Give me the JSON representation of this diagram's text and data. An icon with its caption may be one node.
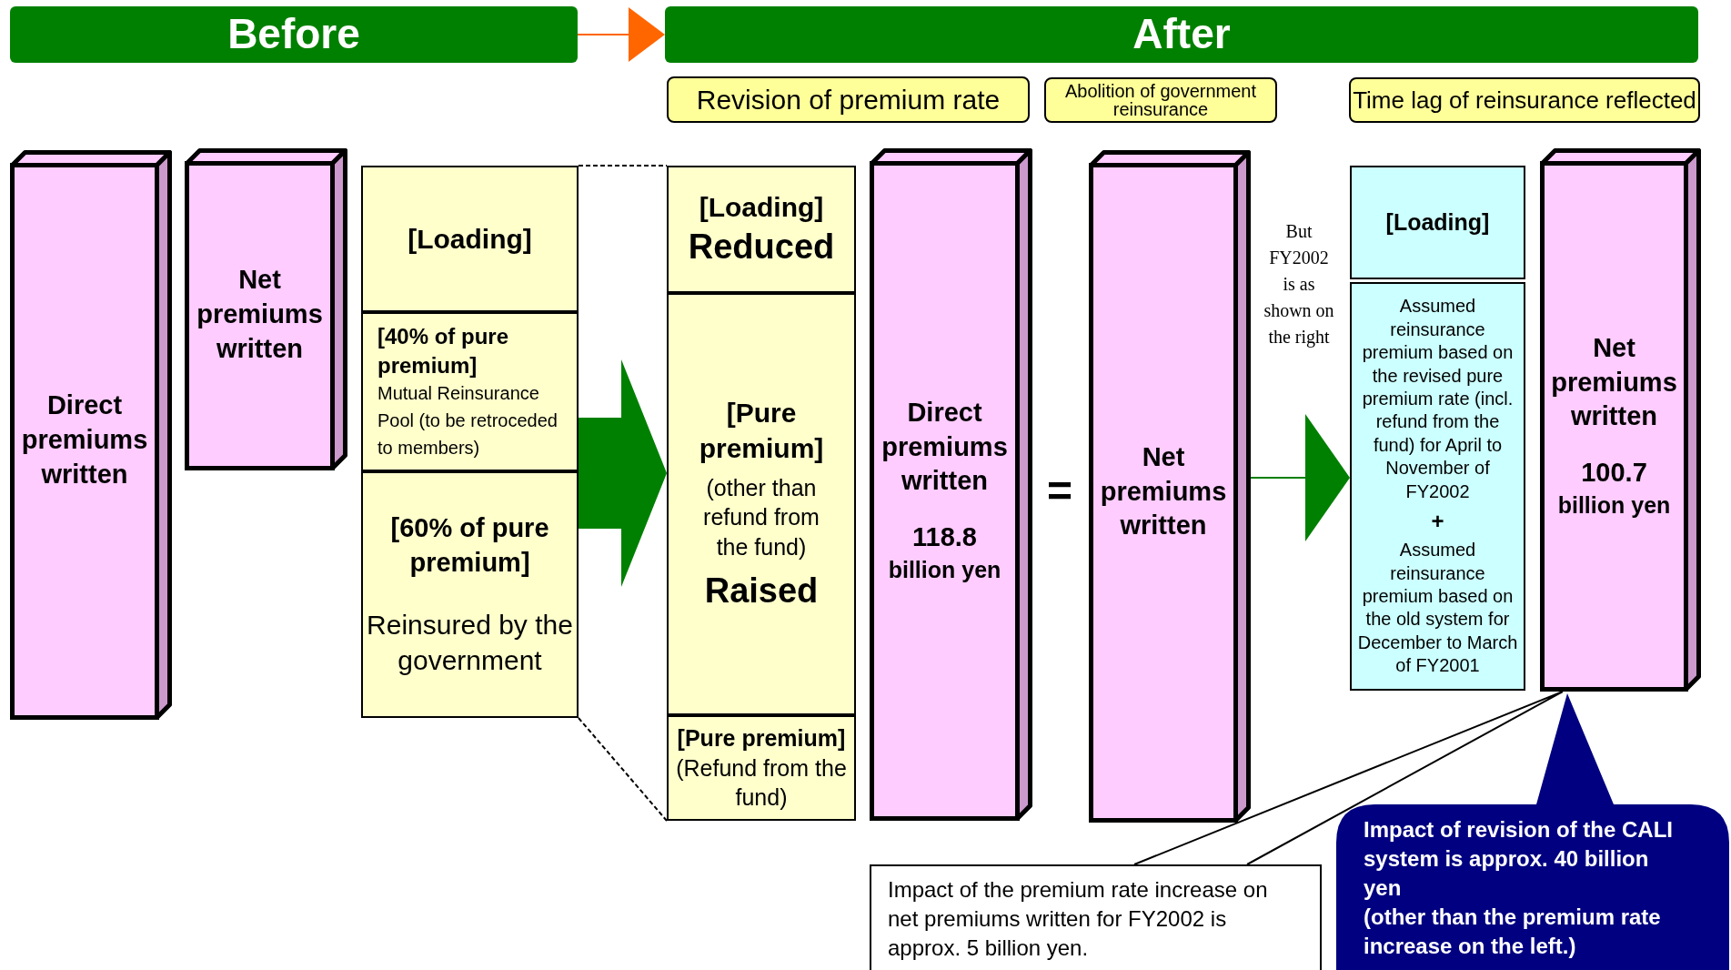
{
  "diagram": {
    "nodes": [
      {
        "text": [
          "Before"
        ]
      },
      {
        "text": [
          "After"
        ]
      },
      {
        "text": [
          "Revision of premium rate"
        ]
      },
      {
        "text": [
          "Abolition of government reinsurance"
        ]
      },
      {
        "text": [
          "Time lag of reinsurance reflected"
        ]
      },
      {
        "text": [
          "Direct premiums written"
        ]
      },
      {
        "text": [
          "Net premiums written"
        ]
      },
      {
        "text": [
          "[Loading]"
        ]
      },
      {
        "text": [
          "[40% of pure premium]",
          "Mutual Reinsurance Pool (to be retroceded to members)"
        ]
      },
      {
        "text": [
          "[60% of pure premium]",
          "Reinsured by the government"
        ]
      },
      {
        "text": [
          "[Loading]",
          "Reduced"
        ]
      },
      {
        "text": [
          "[Pure premium]",
          "(other than refund from the fund)",
          "Raised"
        ]
      },
      {
        "text": [
          "[Pure premium]",
          "(Refund from the fund)"
        ]
      },
      {
        "text": [
          "Direct premiums written",
          "118.8",
          "billion yen"
        ]
      },
      {
        "text": [
          "Net premiums written"
        ]
      },
      {
        "text": [
          "[Loading]"
        ]
      },
      {
        "text": [
          "Assumed reinsurance premium based on the revised pure premium rate (incl. refund from the fund) for April to November of FY2002",
          "+",
          "Assumed reinsurance premium based on the old system for December to March of FY2001"
        ]
      },
      {
        "text": [
          "Net premiums written",
          "100.7",
          "billion yen"
        ]
      },
      {
        "text": [
          "Impact of the premium rate increase on net premiums written for FY2002 is approx. 5 billion yen."
        ]
      },
      {
        "text": [
          "Impact of revision of the CALI system is approx. 40 billion yen",
          "(other than the premium rate increase on the left.)"
        ]
      }
    ],
    "edges": [
      {
        "from": 0,
        "to": 1,
        "arrow": "to",
        "color": "#ff6600"
      },
      {
        "from": 7,
        "to": 10,
        "arrow": "none",
        "style": "dashed"
      },
      {
        "from": 9,
        "to": 12,
        "arrow": "none",
        "style": "dashed"
      },
      {
        "from": 9,
        "to": 11,
        "arrow": "to",
        "style": "thick",
        "color": "#008000"
      },
      {
        "from": 14,
        "to": 16,
        "arrow": "to",
        "color": "#008000"
      },
      {
        "from": 18,
        "to": 17,
        "arrow": "none"
      }
    ],
    "labels": [
      "=",
      "But FY2002 is as shown on the right"
    ]
  }
}
